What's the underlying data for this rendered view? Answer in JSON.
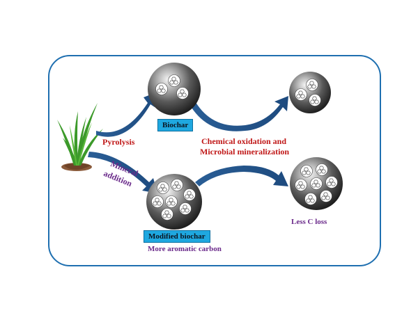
{
  "labels": {
    "pyrolysis": "Pyrolysis",
    "mineral_line1": "Mineral",
    "mineral_line2": "addition",
    "biochar": "Biochar",
    "oxidation_line1": "Chemical oxidation and",
    "oxidation_line2": "Microbial mineralization",
    "modified_biochar": "Modified biochar",
    "aromatic": "More aromatic carbon",
    "less_loss": "Less C loss"
  },
  "colors": {
    "frame": "#1e6fb0",
    "arrow": "#2a5e96",
    "tag_bg": "#1fa8e0",
    "red_text": "#c01818",
    "purple_text": "#6a2a8a",
    "plant_green": "#3c9a2a",
    "soil": "#8a5a3a"
  },
  "icons": {
    "plant": "rice-plant-icon",
    "particle": "biochar-particle-icon",
    "pore": "hexagonal-pore-icon",
    "arrow": "curved-arrow-icon"
  }
}
